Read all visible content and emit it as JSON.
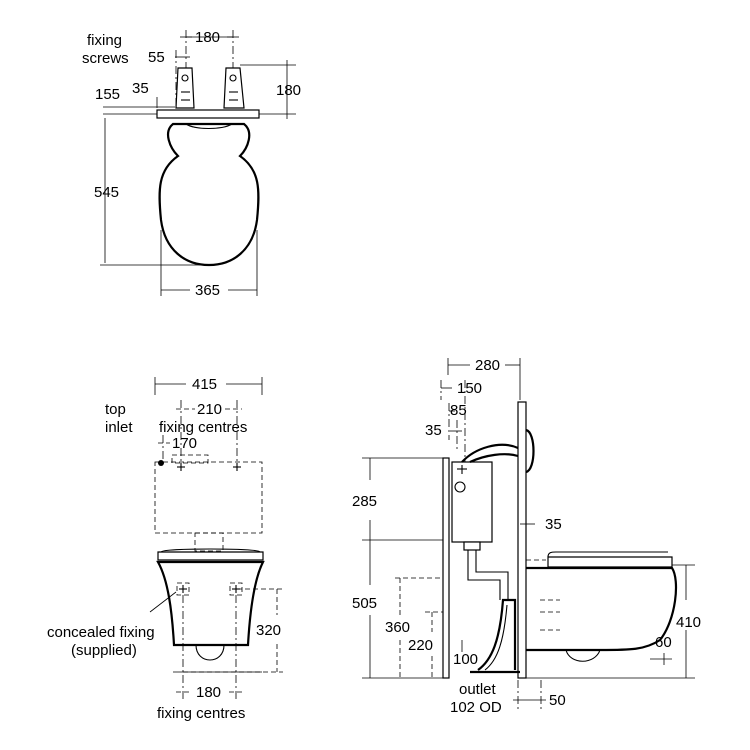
{
  "top_view": {
    "fixing_screws_line1": "fixing",
    "fixing_screws_line2": "screws",
    "dim_180_top": "180",
    "dim_55": "55",
    "dim_155": "155",
    "dim_35": "35",
    "dim_180_right": "180",
    "dim_545": "545",
    "dim_365": "365"
  },
  "front_view": {
    "dim_415": "415",
    "top_inlet_line1": "top",
    "top_inlet_line2": "inlet",
    "dim_210": "210",
    "fixing_centres_top": "fixing centres",
    "dim_170": "170",
    "concealed_fixing_line1": "concealed fixing",
    "concealed_fixing_line2": "(supplied)",
    "dim_320": "320",
    "dim_180_bottom": "180",
    "fixing_centres_bottom": "fixing centres"
  },
  "side_view": {
    "dim_280": "280",
    "dim_150": "150",
    "dim_85": "85",
    "dim_35_top": "35",
    "dim_285": "285",
    "dim_35_right": "35",
    "dim_505": "505",
    "dim_360": "360",
    "dim_220": "220",
    "dim_100": "100",
    "dim_410": "410",
    "dim_60": "60",
    "outlet_line1": "outlet",
    "outlet_line2": "102 OD",
    "dim_50": "50"
  }
}
